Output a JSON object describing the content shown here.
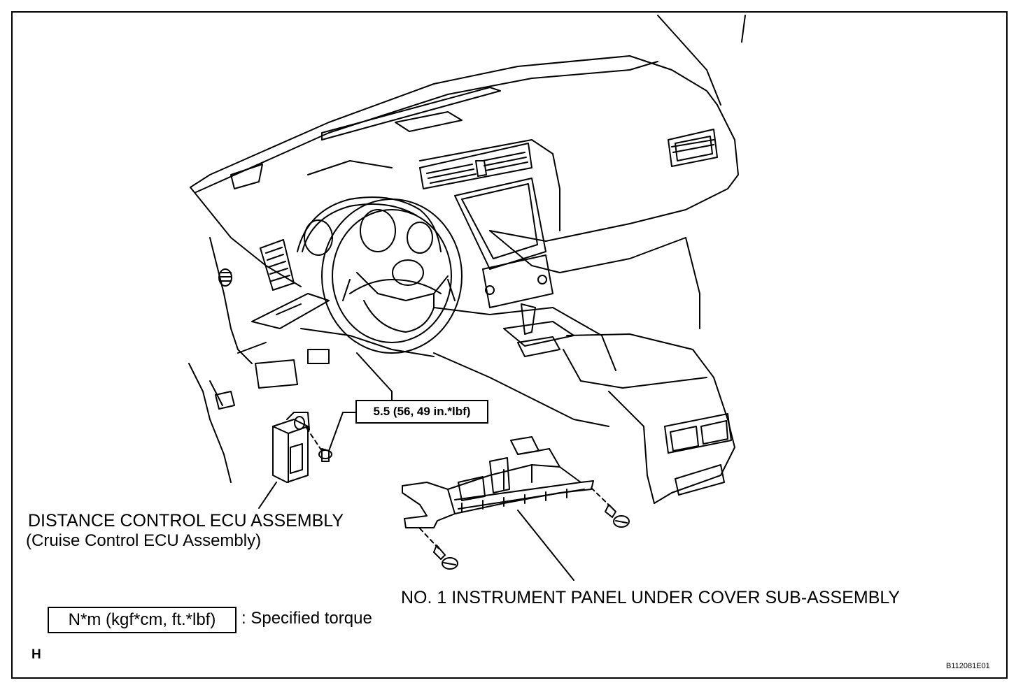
{
  "labels": {
    "ecu_line1": "DISTANCE CONTROL ECU ASSEMBLY",
    "ecu_line2": "(Cruise Control ECU Assembly)",
    "cover": "NO. 1 INSTRUMENT PANEL UNDER COVER SUB-ASSEMBLY"
  },
  "torque": {
    "value": "5.5 (56, 49 in.*lbf)"
  },
  "legend": {
    "box": "N*m (kgf*cm, ft.*lbf)",
    "text": ": Specified torque"
  },
  "marker": "H",
  "figure_code": "B112081E01"
}
